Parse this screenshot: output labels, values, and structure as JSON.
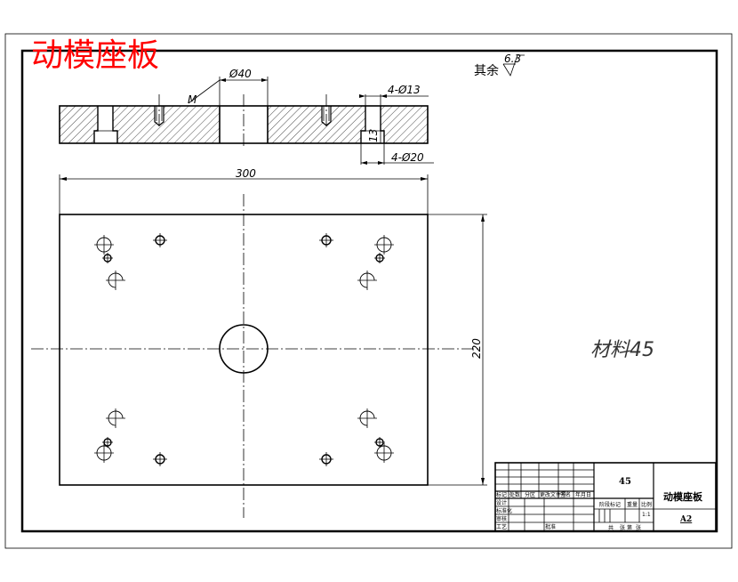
{
  "drawing": {
    "title_stamp": "动模座板",
    "surface_note": {
      "text": "其余",
      "roughness": "6.3"
    },
    "material_note": "材料45",
    "dimensions": {
      "bore_dia": "Ø40",
      "hole_small": "4-Ø13",
      "hole_counterbore": "4-Ø20",
      "counterbore_depth": "13",
      "width": "300",
      "height": "220",
      "small_mark": "M"
    }
  },
  "title_block": {
    "material": "45",
    "part_name": "动模座板",
    "drawing_no": "A2",
    "scale": "1:1",
    "row_labels": [
      "标记",
      "处数",
      "分区",
      "更改文件号",
      "签名",
      "年月日"
    ],
    "side_labels": [
      "设计",
      "标准化",
      "审核",
      "工艺",
      "批准"
    ],
    "mid_labels": [
      "阶段标记",
      "重量",
      "比例"
    ],
    "bottom_labels": [
      "共",
      "张",
      "第",
      "张"
    ]
  }
}
